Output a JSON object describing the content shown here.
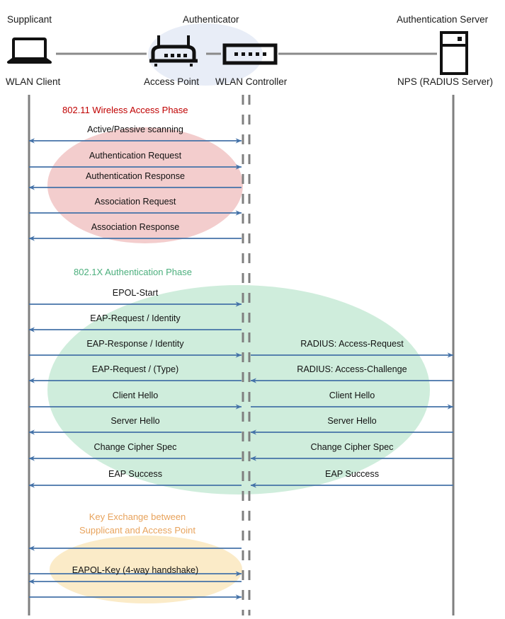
{
  "diagram": {
    "title": "802.1X / WPA2-Enterprise WLAN authentication sequence",
    "colors": {
      "lifeline": "#7f7f7f",
      "arrow": "#4472a8",
      "phase_wireless": "#C00000",
      "phase_dot1x": "#4CAF7D",
      "phase_keyexchange": "#E8A35C",
      "ellipse_wireless": "#F3CDCD",
      "ellipse_dot1x": "#CAEBD8",
      "ellipse_keyexchange": "#FBEBC8",
      "ellipse_authenticator": "#E8EDF7",
      "icon": "#111111",
      "link": "#8a8a8a"
    }
  },
  "actors": [
    {
      "role": "Supplicant",
      "node": "WLAN Client",
      "icon": "laptop-icon"
    },
    {
      "role": "Authenticator",
      "node": "Access Point",
      "icon": "access-point-icon"
    },
    {
      "role": "",
      "node": "WLAN Controller",
      "icon": "wlan-controller-icon"
    },
    {
      "role": "Authentication Server",
      "node": "NPS (RADIUS Server)",
      "icon": "server-icon"
    }
  ],
  "phases": [
    {
      "id": "wireless-access",
      "label": "802.11 Wireless Access Phase",
      "color": "#C00000",
      "messages": [
        {
          "text": "Active/Passive scanning",
          "side": "left",
          "dir": "both"
        },
        {
          "text": "Authentication Request",
          "side": "left",
          "dir": "right"
        },
        {
          "text": "Authentication Response",
          "side": "left",
          "dir": "left"
        },
        {
          "text": "Association Request",
          "side": "left",
          "dir": "right"
        },
        {
          "text": "Association Response",
          "side": "left",
          "dir": "left"
        }
      ]
    },
    {
      "id": "dot1x-authentication",
      "label": "802.1X Authentication Phase",
      "color": "#4CAF7D",
      "messages": [
        {
          "text": "EPOL-Start",
          "side": "left",
          "dir": "right"
        },
        {
          "text": "EAP-Request / Identity",
          "side": "left",
          "dir": "left"
        },
        {
          "text": "EAP-Response / Identity",
          "side": "left",
          "dir": "right"
        },
        {
          "text": "RADIUS: Access-Request",
          "side": "right",
          "dir": "right"
        },
        {
          "text": "EAP-Request / (Type)",
          "side": "left",
          "dir": "left"
        },
        {
          "text": "RADIUS: Access-Challenge",
          "side": "right",
          "dir": "left"
        },
        {
          "text": "Client Hello",
          "side": "left",
          "dir": "right"
        },
        {
          "text": "Client Hello",
          "side": "right",
          "dir": "right"
        },
        {
          "text": "Server Hello",
          "side": "left",
          "dir": "left"
        },
        {
          "text": "Server Hello",
          "side": "right",
          "dir": "left"
        },
        {
          "text": "Change Cipher Spec",
          "side": "left",
          "dir": "left"
        },
        {
          "text": "Change Cipher Spec",
          "side": "right",
          "dir": "left"
        },
        {
          "text": "EAP Success",
          "side": "left",
          "dir": "left"
        },
        {
          "text": "EAP Success",
          "side": "right",
          "dir": "left"
        }
      ]
    },
    {
      "id": "key-exchange",
      "label": "Key Exchange between\nSupplicant and Access Point",
      "label_line1": "Key Exchange between",
      "label_line2": "Supplicant and Access Point",
      "color": "#E8A35C",
      "messages": [
        {
          "text": "",
          "side": "left",
          "dir": "left"
        },
        {
          "text": "",
          "side": "left",
          "dir": "right"
        },
        {
          "text": "EAPOL-Key (4-way handshake)",
          "side": "left",
          "dir": "left"
        },
        {
          "text": "",
          "side": "left",
          "dir": "right"
        }
      ]
    }
  ]
}
